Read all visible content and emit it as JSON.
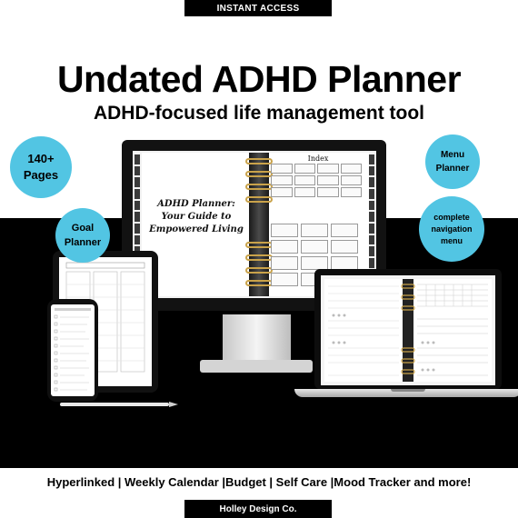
{
  "top_badge": "INSTANT ACCESS",
  "title": "Undated ADHD Planner",
  "subtitle": "ADHD-focused life management tool",
  "circles": {
    "pages": [
      "140+",
      "Pages"
    ],
    "goal": [
      "Goal",
      "Planner"
    ],
    "menu": [
      "Menu",
      "Planner"
    ],
    "nav": [
      "complete",
      "navigation",
      "menu"
    ]
  },
  "monitor": {
    "heading": [
      "ADHD Planner:",
      "Your Guide to",
      "Empowered Living"
    ],
    "index_title": "Index"
  },
  "features": "Hyperlinked | Weekly Calendar |Budget | Self Care |Mood Tracker and more!",
  "brand": "Holley Design Co.",
  "colors": {
    "accent_circle": "#52c5e3",
    "band": "#000000",
    "ring_gold": "#c9a24a"
  }
}
